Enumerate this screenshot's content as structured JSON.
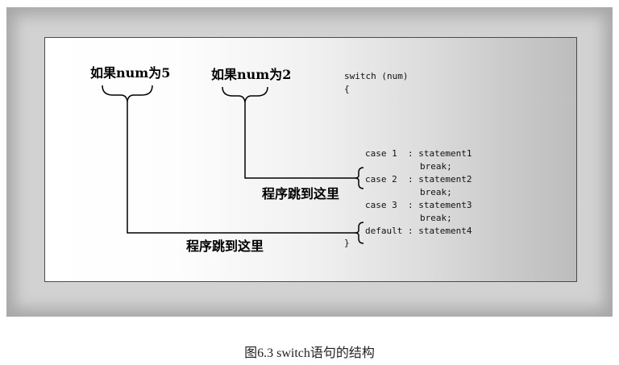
{
  "labels": {
    "if_num_5": "如果num为5",
    "if_num_2": "如果num为2",
    "jump_here_1": "程序跳到这里",
    "jump_here_2": "程序跳到这里"
  },
  "code": {
    "switch_line": "switch (num)",
    "open_brace": "{",
    "case1": "case 1  : statement1",
    "break1": "break;",
    "case2": "case 2  : statement2",
    "break2": "break;",
    "case3": "case 3  : statement3",
    "break3": "break;",
    "default": "default : statement4",
    "close_brace": "}"
  },
  "caption": "图6.3 switch语句的结构"
}
